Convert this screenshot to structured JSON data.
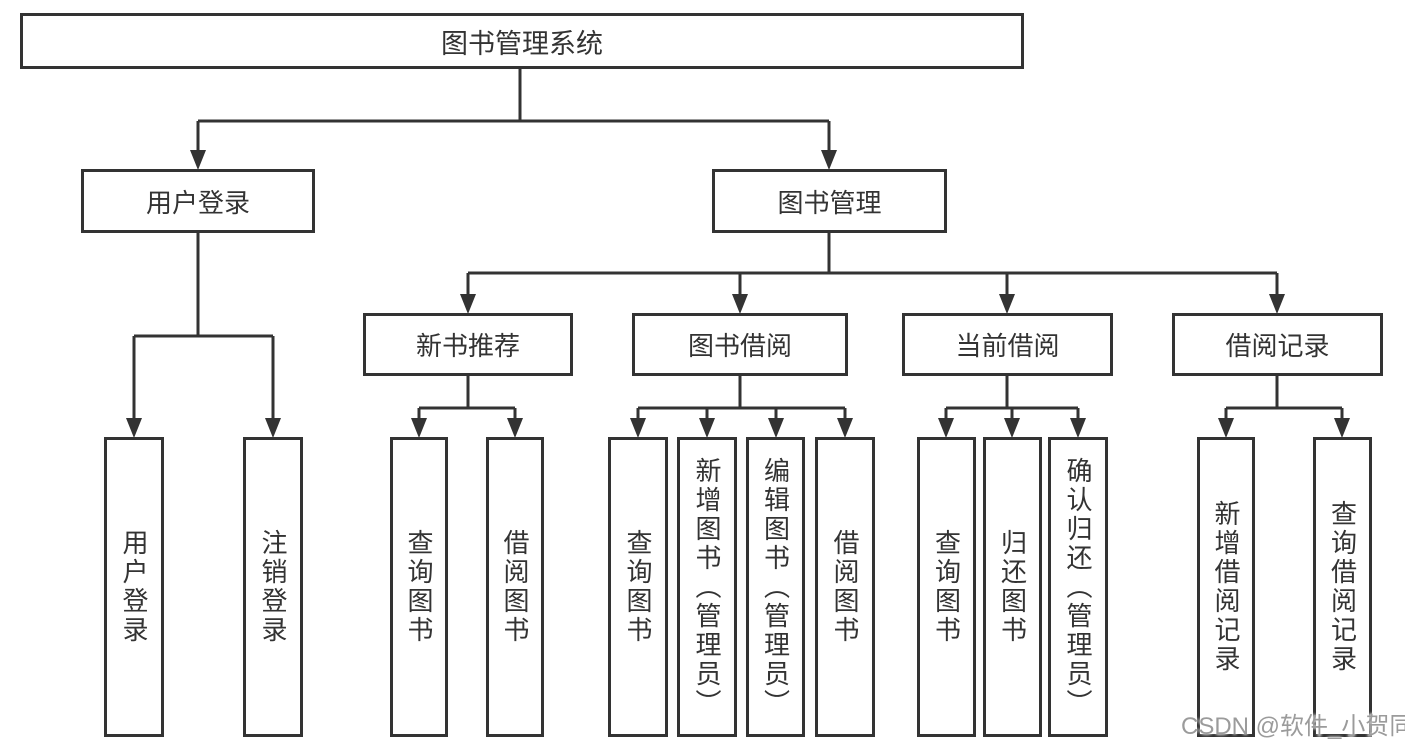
{
  "nodes": {
    "root": "图书管理系统",
    "user_login": "用户登录",
    "book_mgmt": "图书管理",
    "new_book_rec": "新书推荐",
    "book_borrow": "图书借阅",
    "current_borrow": "当前借阅",
    "borrow_record": "借阅记录",
    "ul_user_login": "用户登录",
    "ul_logout": "注销登录",
    "nb_query_book": "查询图书",
    "nb_borrow_book": "借阅图书",
    "bb_query_book": "查询图书",
    "bb_add_book": "新增图书（管理员）",
    "bb_edit_book": "编辑图书（管理员）",
    "bb_borrow_book": "借阅图书",
    "cb_query_book": "查询图书",
    "cb_return_book": "归还图书",
    "cb_confirm_return": "确认归还（管理员）",
    "br_add_record": "新增借阅记录",
    "br_query_record": "查询借阅记录"
  },
  "watermark": "CSDN @软件_小贺同学",
  "colors": {
    "line": "#333333",
    "box_border": "#333333",
    "box_fill": "#ffffff",
    "text": "#333333",
    "watermark": "#9b9b9b",
    "background": "#ffffff"
  }
}
